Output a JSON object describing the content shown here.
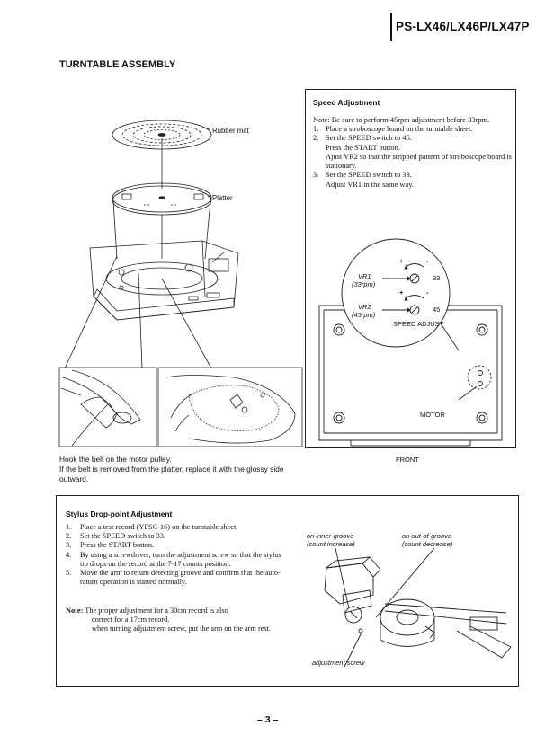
{
  "header": {
    "model": "PS-LX46/LX46P/LX47P"
  },
  "section_title": "TURNTABLE ASSEMBLY",
  "assembly_figure": {
    "rubber_mat_label": "Rubber mat",
    "platter_label": "Platter"
  },
  "belt_caption": {
    "line1": "Hook the belt on the motor pulley.",
    "line2": "If the belt is removed from the platter, replace it with the glossy side outward."
  },
  "speed_adjustment": {
    "title": "Speed Adjustment",
    "note": "Note: Be sure to perform 45rpm adjustment before 33rpm.",
    "steps": [
      {
        "num": "1.",
        "text": "Place a stroboscope board on the turntable sheet.",
        "sub": []
      },
      {
        "num": "2.",
        "text": "Set the SPEED switch to 45.",
        "sub": [
          "Press the START button.",
          "Ajust VR2 so that the stripped pattern of stroboscope board is stationary."
        ]
      },
      {
        "num": "3.",
        "text": "Set the SPEED switch to 33.",
        "sub": [
          "Adjust VR1 in the same way."
        ]
      }
    ],
    "figure": {
      "vr1": "VR1",
      "vr1_sub": "(33rpm)",
      "vr1_val": "33",
      "vr2": "VR2",
      "vr2_sub": "(45rpm)",
      "vr2_val": "45",
      "plus": "+",
      "minus": "-",
      "speed_adjust": "SPEED ADJUST",
      "motor": "MOTOR",
      "front": "FRONT"
    }
  },
  "stylus_adjustment": {
    "title": "Stylus Drop-point Adjustment",
    "steps": [
      {
        "num": "1.",
        "text": "Place a test record (YFSC-16) on the turntable sheet."
      },
      {
        "num": "2.",
        "text": "Set the SPEED switch to 33."
      },
      {
        "num": "3.",
        "text": "Press the START button."
      },
      {
        "num": "4.",
        "text": "By using a screwdriver, turn the adjustment screw so that the stylus tip drops on the record at the 7-17 counts position."
      },
      {
        "num": "5.",
        "text": "Move the arm to return detecting groove and confirm that the auto-raturn operation is started normally."
      }
    ],
    "note_label": "Note:",
    "note_text": "The proper adjustment for a 30cm record is also",
    "note_lines": [
      "correct for a 17cm record.",
      "when turning adjustment screw, put the arm on the arm rest."
    ],
    "figure": {
      "inner_groove": "on inner-groove",
      "inner_count": "(count increase)",
      "outer_groove": "on out-of-groove",
      "outer_count": "(count decrease)",
      "adjustment_screw": "adjustment screw"
    }
  },
  "page_number": "– 3 –"
}
